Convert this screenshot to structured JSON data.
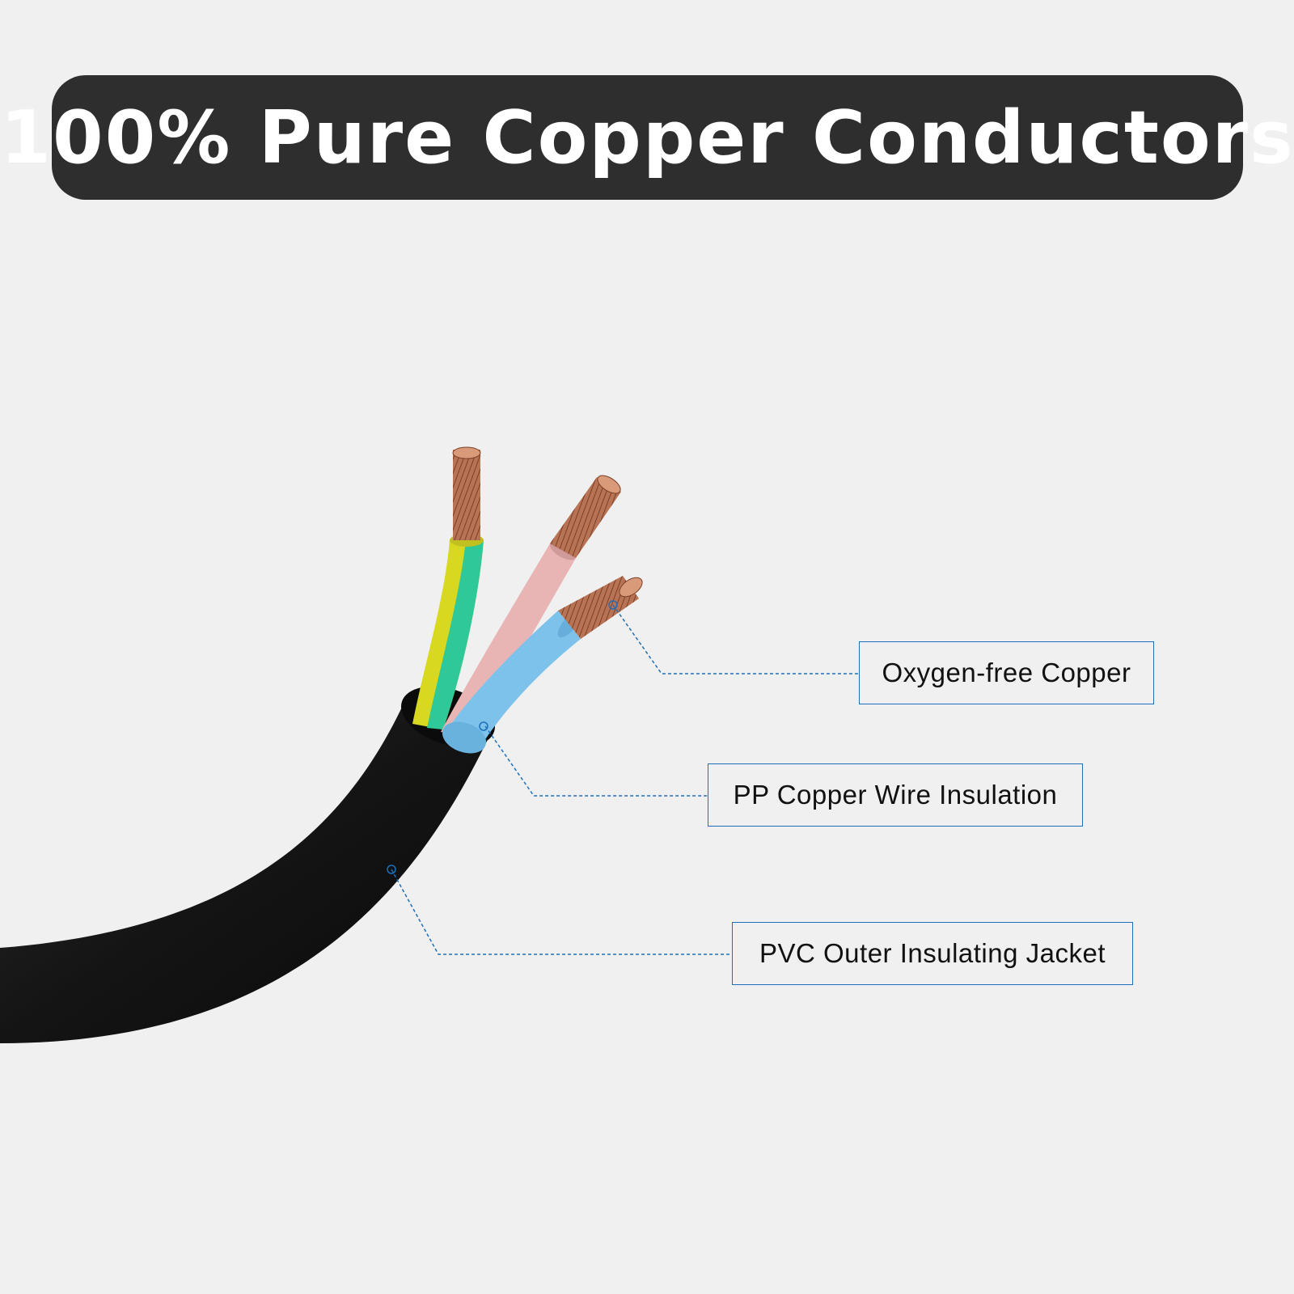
{
  "header": {
    "title": "100% Pure Copper Conductors"
  },
  "callouts": [
    {
      "id": "oxygen-free-copper",
      "label": "Oxygen-free Copper"
    },
    {
      "id": "pp-insulation",
      "label": "PP Copper Wire Insulation"
    },
    {
      "id": "pvc-jacket",
      "label": "PVC Outer Insulating Jacket"
    }
  ],
  "colors": {
    "background": "#f0f0f0",
    "banner": "#2e2e2e",
    "callout_border": "#1f6fb8",
    "jacket": "#141414",
    "wire_yellow_green": "#d8d820",
    "wire_pink": "#e8b4b4",
    "wire_blue": "#7cc2ea",
    "copper": "#b87355"
  }
}
